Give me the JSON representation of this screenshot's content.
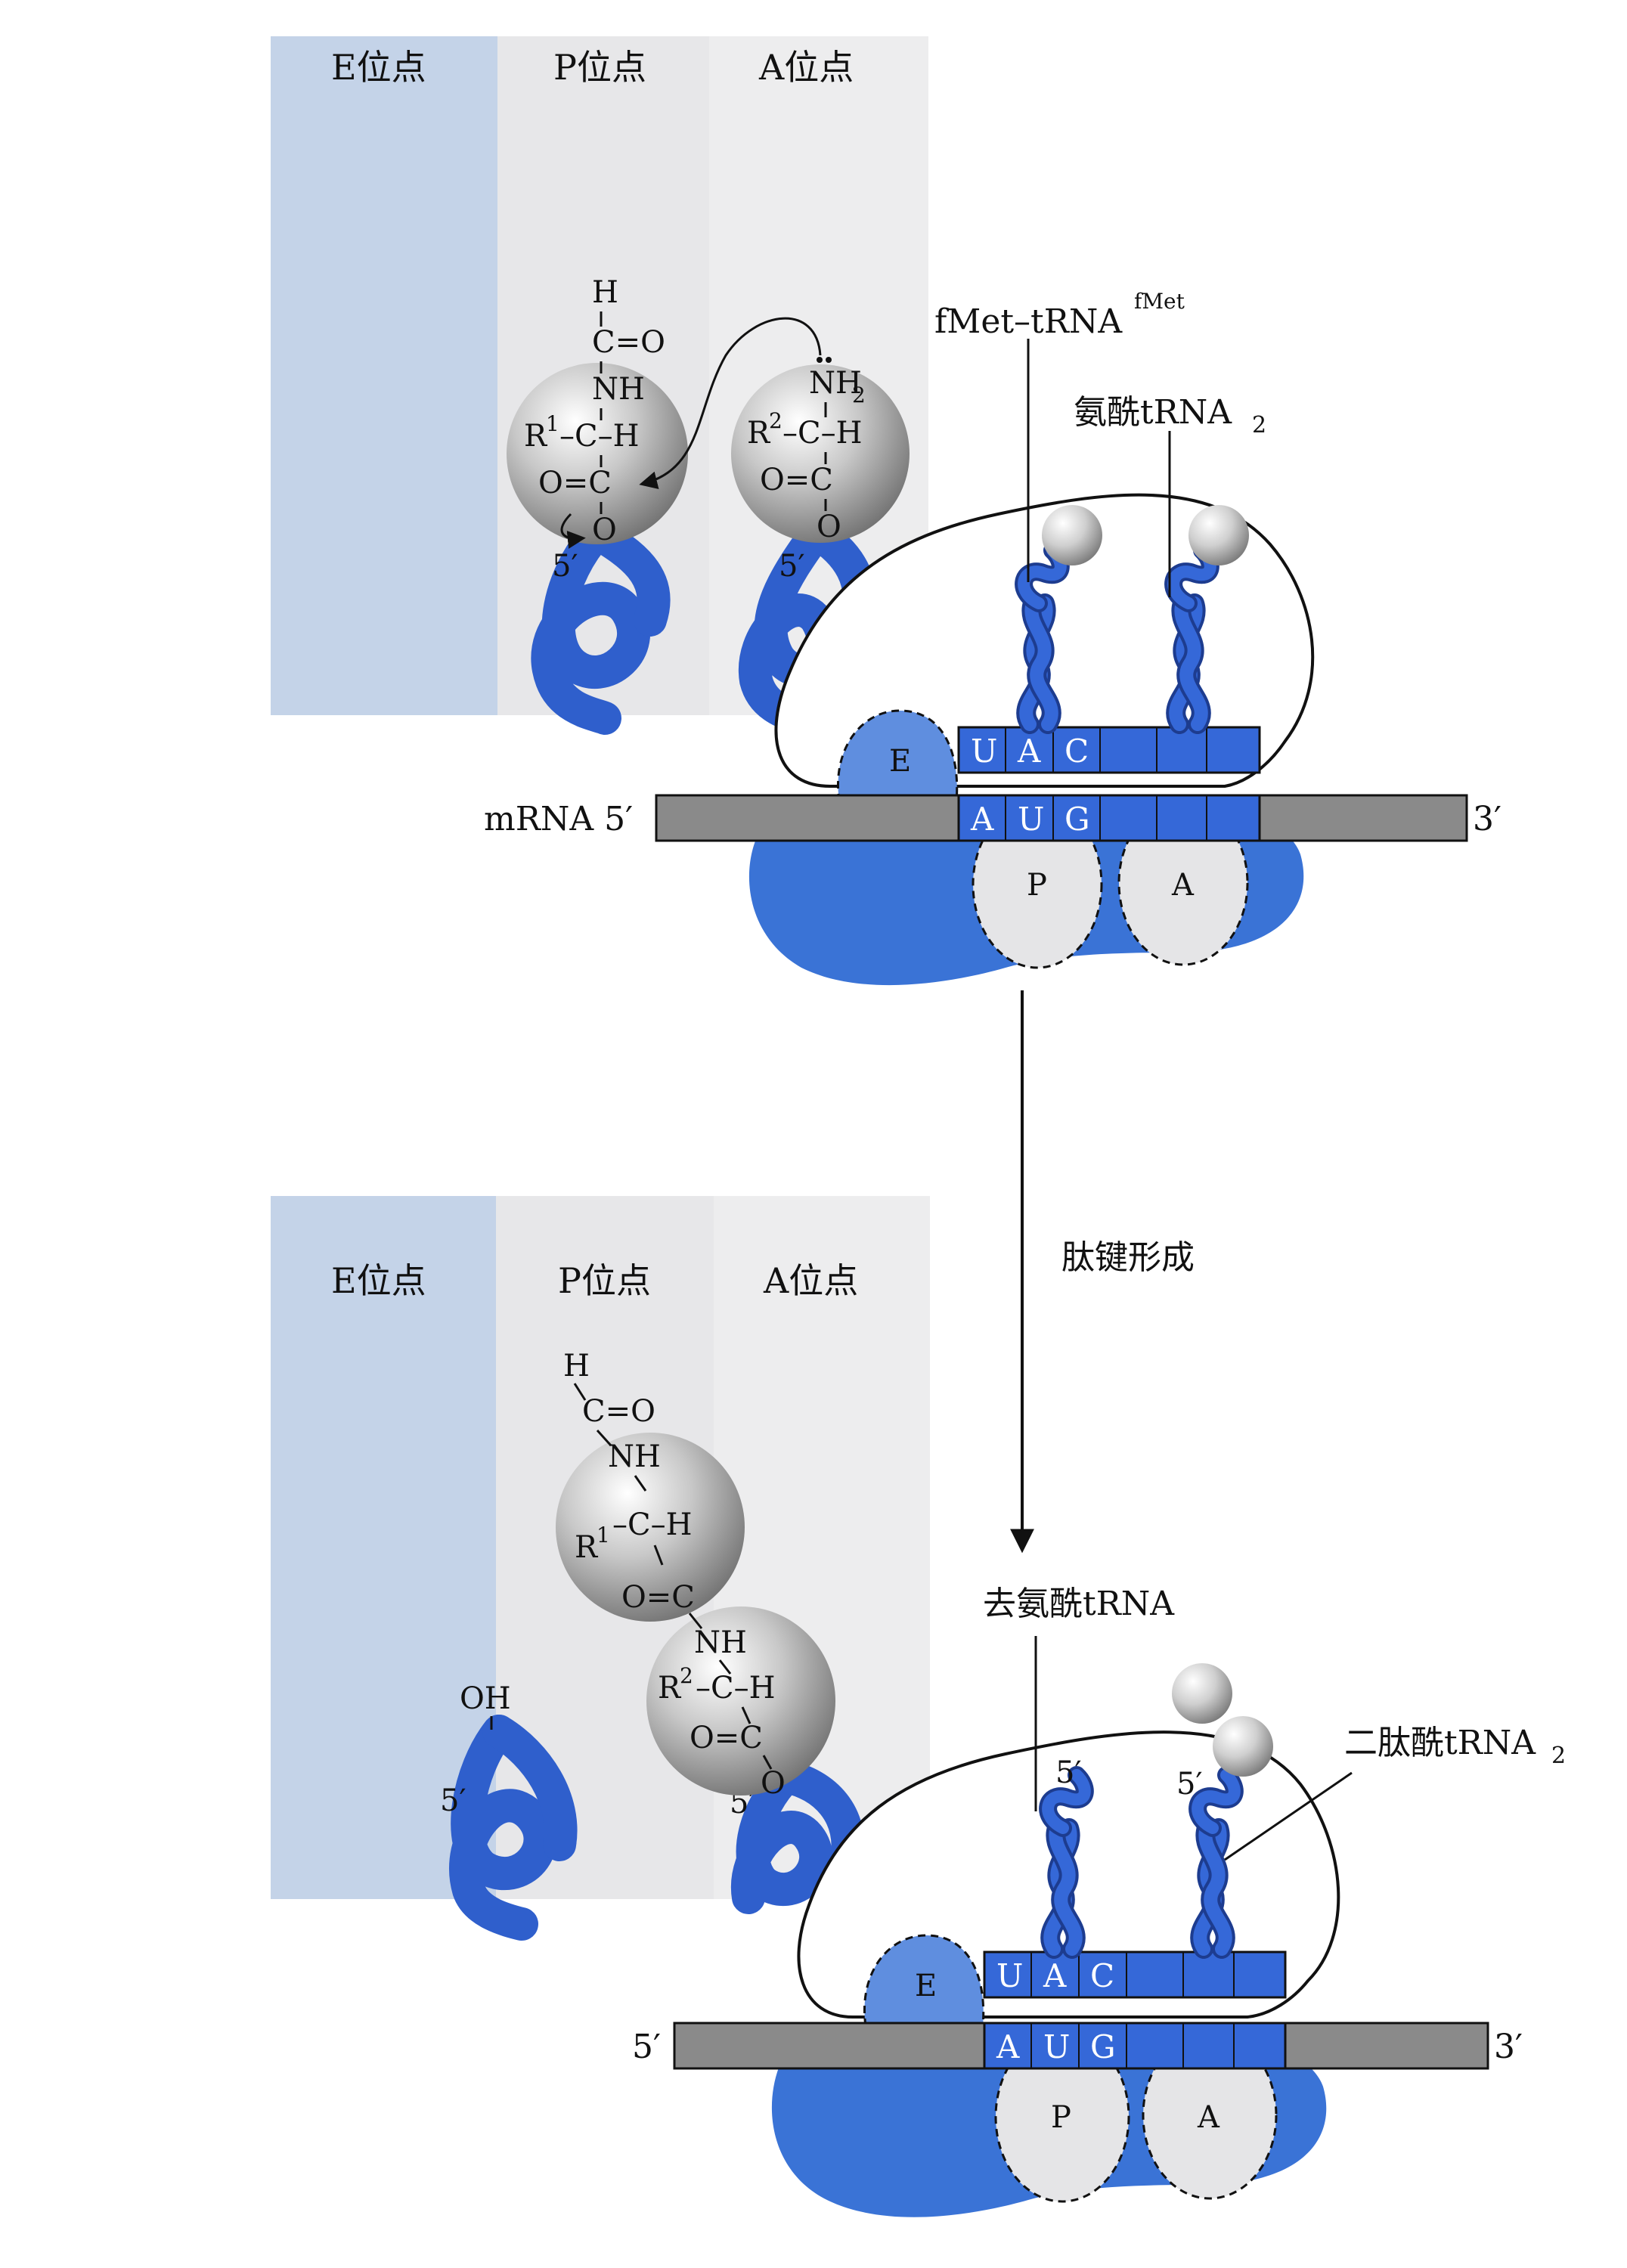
{
  "panels": {
    "top": {
      "site_labels": [
        "E位点",
        "P位点",
        "A位点"
      ],
      "fmet_label": "fMet–tRNA",
      "fmet_superscript": "fMet",
      "aminoacyl_label": "氨酰tRNA",
      "aminoacyl_sub": "2",
      "mrna_label": "mRNA 5′",
      "mrna_3prime": "3′",
      "anticodon": [
        "U",
        "A",
        "C"
      ],
      "codon": [
        "A",
        "U",
        "G"
      ],
      "ribosome_sites": [
        "E",
        "P",
        "A"
      ],
      "five_prime": "5′",
      "chem_p": {
        "h": "H",
        "co_top": "C=O",
        "nh": "NH",
        "r": "R",
        "r_sup": "1",
        "ch": "–C–H",
        "co_bottom": "O=C",
        "c": "C",
        "o": "O"
      },
      "chem_a": {
        "nh2": "NH",
        "nh2_sub": "2",
        "r": "R",
        "r_sup": "2",
        "ch": "–C–H",
        "co": "O=C",
        "c": "C",
        "o": "O"
      }
    },
    "arrow_label": "肽键形成",
    "bottom": {
      "site_labels": [
        "E位点",
        "P位点",
        "A位点"
      ],
      "deacyl_label": "去氨酰tRNA",
      "dipeptidyl_label": "二肽酰tRNA",
      "dipeptidyl_sub": "2",
      "mrna_5prime": "5′",
      "mrna_3prime": "3′",
      "anticodon": [
        "U",
        "A",
        "C"
      ],
      "codon": [
        "A",
        "U",
        "G"
      ],
      "ribosome_sites": [
        "E",
        "P",
        "A"
      ],
      "five_prime": "5′",
      "oh": "OH",
      "chem": {
        "h": "H",
        "co_top": "C=O",
        "nh": "NH",
        "r1": "R",
        "r1_sup": "1",
        "ch1": "–C–H",
        "co_mid": "O=C",
        "nh2": "NH",
        "r2": "R",
        "r2_sup": "2",
        "ch2": "–C–H",
        "co_bottom": "O=C",
        "c": "C",
        "o": "O"
      }
    }
  },
  "colors": {
    "e_band": "#c4d3e8",
    "p_band": "#e7e7e9",
    "a_band": "#ededee",
    "trna_blue": "#3568d8",
    "trna_edge": "#1d3c8f",
    "ribosome_lower": "#3a73d6",
    "mrna_grey": "#8a8a8a",
    "codon_blue": "#3568d8"
  }
}
